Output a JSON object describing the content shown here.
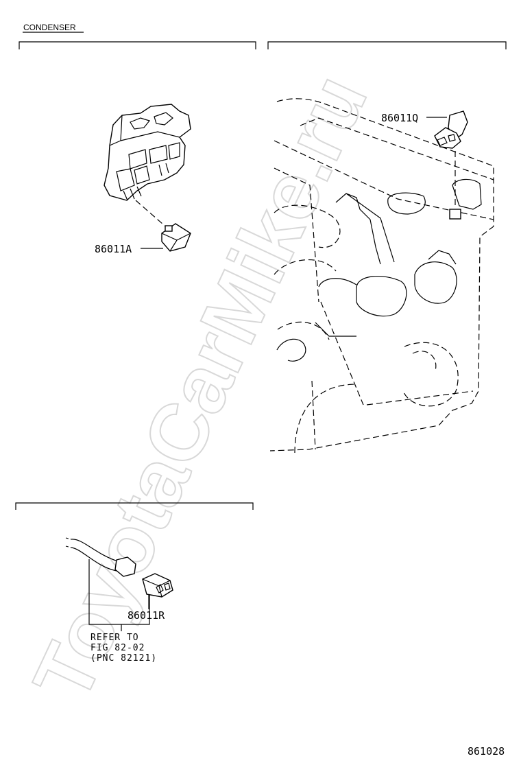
{
  "section_title": "CONDENSER",
  "watermark": "ToyotaCarMike.ru",
  "callouts": {
    "a": "86011A",
    "q": "86011Q",
    "r": "86011R"
  },
  "refer_note": {
    "line1": "REFER TO",
    "line2": "FIG 82-02",
    "line3": "(PNC 82121)"
  },
  "figure_number": "861028"
}
